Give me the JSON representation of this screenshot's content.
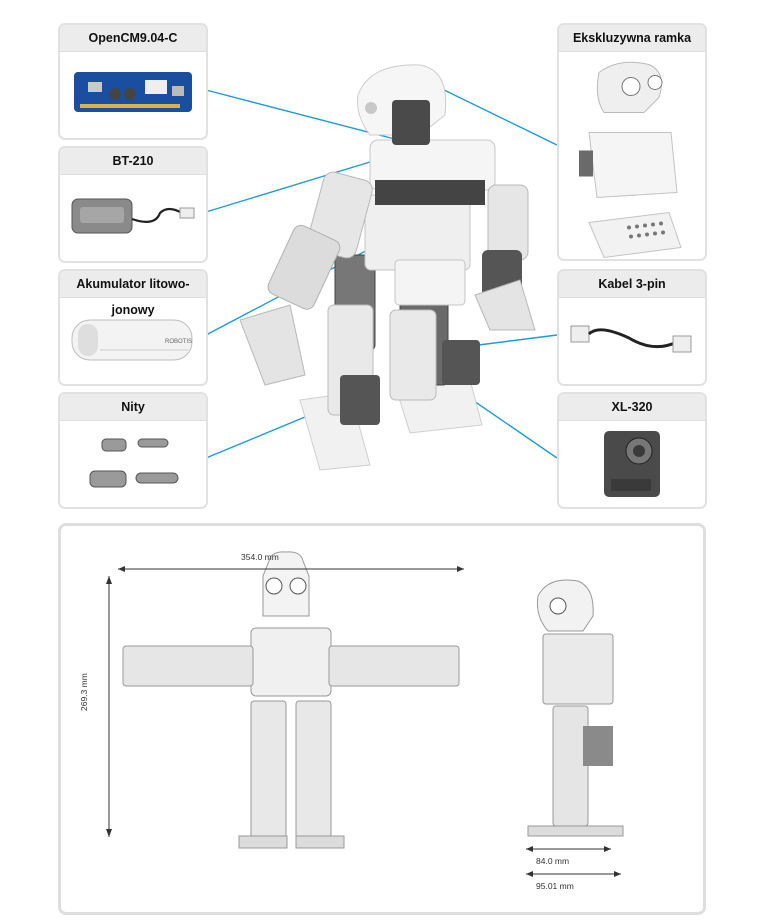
{
  "parts": {
    "opencm": {
      "label": "OpenCM9.04-C"
    },
    "bt210": {
      "label": "BT-210"
    },
    "battery": {
      "label": "Akumulator litowo-jonowy",
      "brand": "ROBOTIS"
    },
    "rivets": {
      "label": "Nity"
    },
    "frame": {
      "label": "Ekskluzywna ramka"
    },
    "cable": {
      "label": "Kabel 3-pin"
    },
    "servo": {
      "label": "XL-320"
    }
  },
  "dimensions": {
    "width": "354.0 mm",
    "height": "269.3 mm",
    "depth_body": "84.0 mm",
    "depth_total": "95.01 mm"
  },
  "colors": {
    "connector": "#1e9bd7"
  }
}
